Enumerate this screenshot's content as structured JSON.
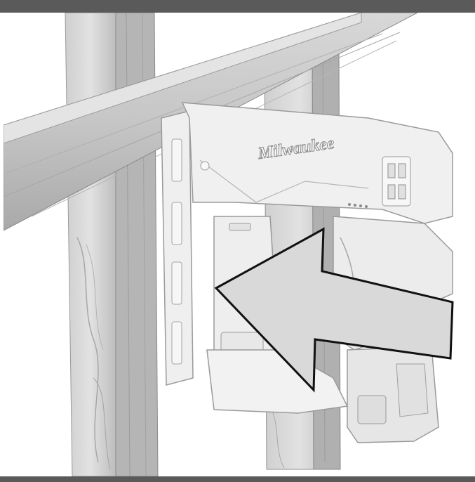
{
  "illustration": {
    "brand_logo": "Milwaukee",
    "subject": "stapler-on-wood-frame",
    "arrow_direction": "left"
  },
  "colors": {
    "frame_bar": "#5a5a5a",
    "wood_light": "#dcdcdc",
    "wood_mid": "#c4c4c4",
    "wood_dark": "#8e8e8e",
    "tool_body": "#ececec",
    "tool_outline": "#9a9a9a",
    "arrow_fill": "#d9d9d9",
    "arrow_outline": "#111111"
  }
}
